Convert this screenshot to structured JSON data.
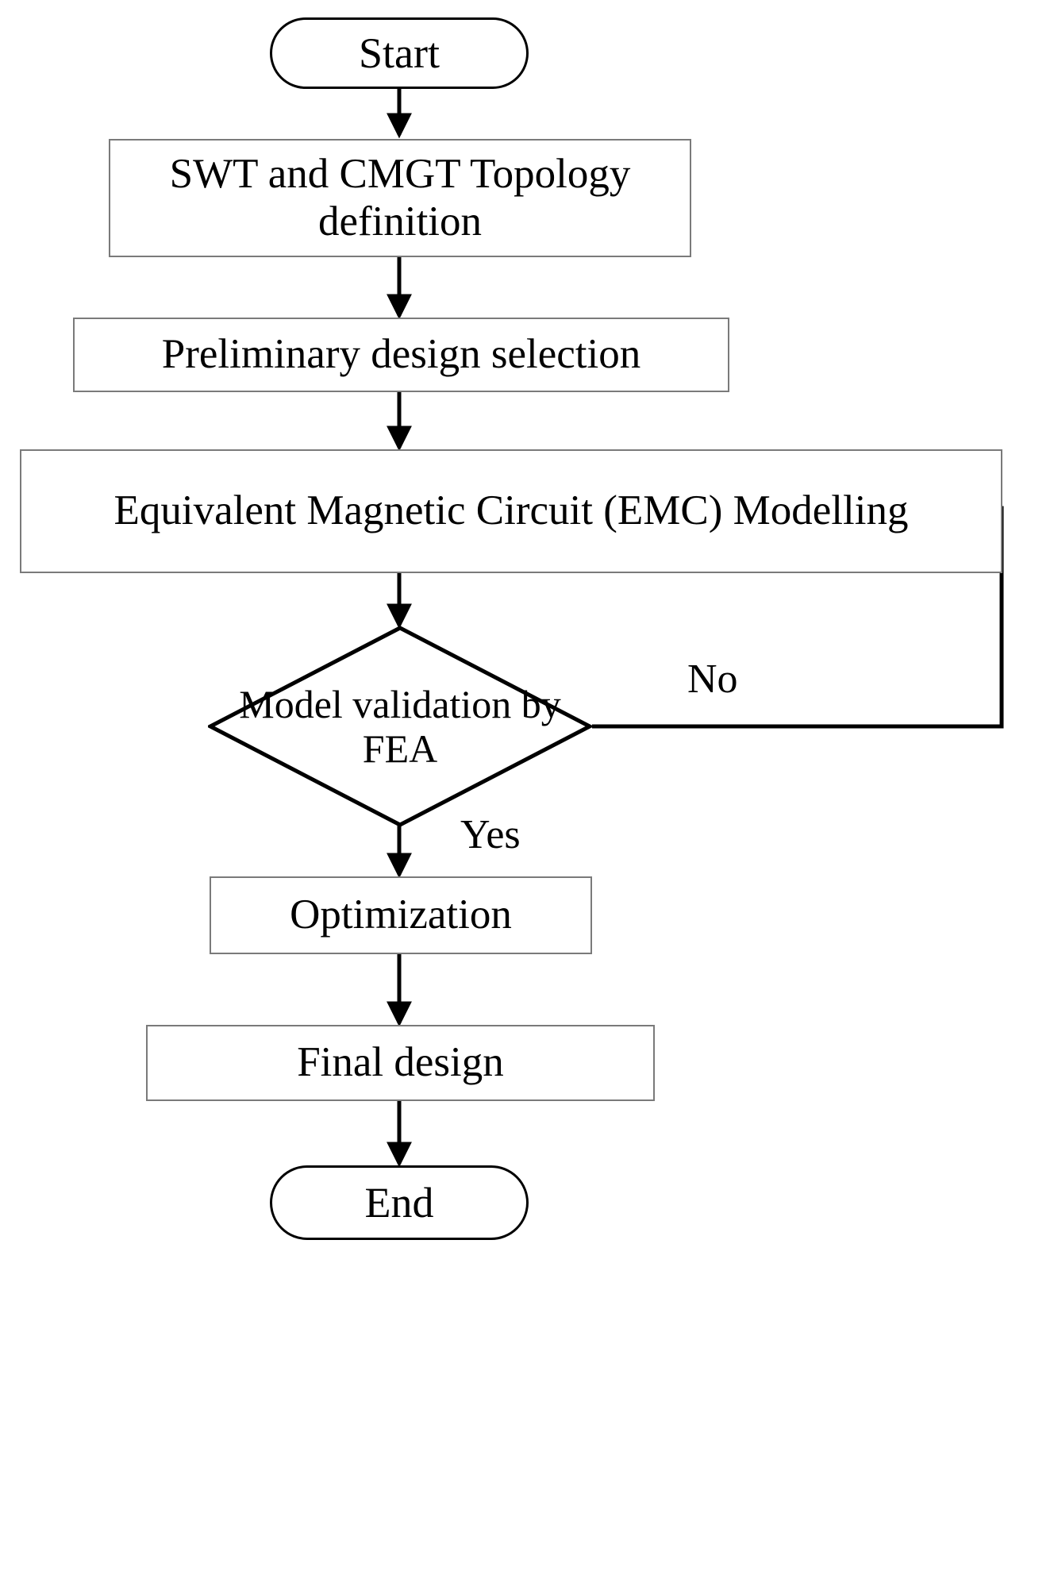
{
  "diagram": {
    "type": "flowchart",
    "title": "Design methodology flowchart",
    "orientation": "top-to-bottom",
    "colors": {
      "background": "#ffffff",
      "process_border": "#7a7a7a",
      "terminator_border": "#000000",
      "connector": "#000000",
      "text": "#000000"
    },
    "nodes": [
      {
        "id": "start",
        "shape": "terminator",
        "label": "Start"
      },
      {
        "id": "topology",
        "shape": "process",
        "label": "SWT and CMGT Topology definition"
      },
      {
        "id": "preliminary",
        "shape": "process",
        "label": "Preliminary design selection"
      },
      {
        "id": "emc",
        "shape": "process",
        "label": "Equivalent Magnetic Circuit (EMC) Modelling"
      },
      {
        "id": "validation",
        "shape": "decision",
        "label": "Model validation by FEA"
      },
      {
        "id": "optimization",
        "shape": "process",
        "label": "Optimization"
      },
      {
        "id": "final",
        "shape": "process",
        "label": "Final design"
      },
      {
        "id": "end",
        "shape": "terminator",
        "label": "End"
      }
    ],
    "edges": [
      {
        "from": "start",
        "to": "topology",
        "label": ""
      },
      {
        "from": "topology",
        "to": "preliminary",
        "label": ""
      },
      {
        "from": "preliminary",
        "to": "emc",
        "label": ""
      },
      {
        "from": "emc",
        "to": "validation",
        "label": ""
      },
      {
        "from": "validation",
        "to": "emc",
        "label": "No"
      },
      {
        "from": "validation",
        "to": "optimization",
        "label": "Yes"
      },
      {
        "from": "optimization",
        "to": "final",
        "label": ""
      },
      {
        "from": "final",
        "to": "end",
        "label": ""
      }
    ],
    "edge_labels": {
      "no": "No",
      "yes": "Yes"
    }
  }
}
